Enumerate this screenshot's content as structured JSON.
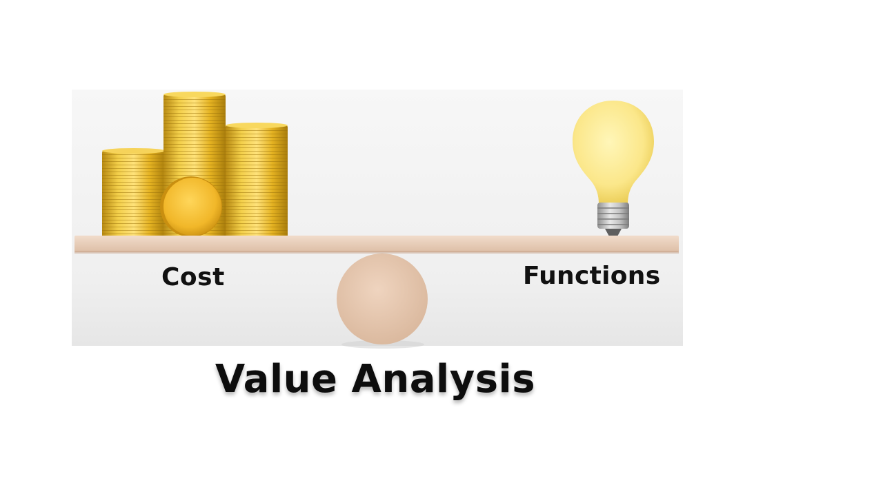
{
  "labels": {
    "left": "Cost",
    "right": "Functions"
  },
  "title": "Value Analysis",
  "colors": {
    "background": "#ffffff",
    "panel": "#f2f2f2",
    "plank": "#e8cdb8",
    "fulcrum": "#e6c6ad",
    "coin_gold": "#e9b81d",
    "bulb_yellow": "#fbe98a",
    "text": "#111111"
  },
  "icons": {
    "left": "gold-coin-stacks-icon",
    "right": "light-bulb-icon"
  }
}
